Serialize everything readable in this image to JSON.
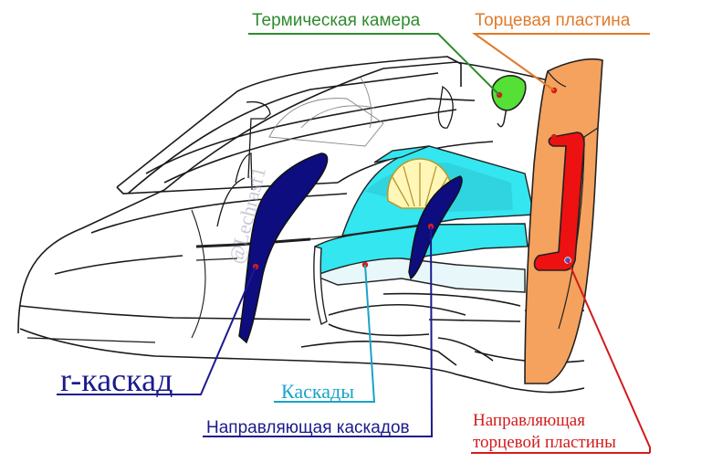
{
  "labels": {
    "thermal_camera": "Термическая камера",
    "endplate": "Торцевая пластина",
    "r_cascade": "r-каскад",
    "cascades": "Каскады",
    "cascade_guide": "Направляющая каскадов",
    "endplate_guide_line1": "Направляющая",
    "endplate_guide_line2": "торцевой пластины"
  },
  "watermark": "@Lechrasf1",
  "logo": "shell-logo",
  "colors": {
    "thermal_camera": "#2e8b2e",
    "endplate": "#e07a2a",
    "r_cascade": "#1b1b8c",
    "cascades": "#1aa3c8",
    "cascade_guide": "#1b1b8c",
    "endplate_guide": "#d41a1a",
    "cascade_fill": "#33e6f0",
    "endplate_fill": "#f5a25e",
    "guide_fill": "#ee1111",
    "camera_fill": "#55e036",
    "r_cascade_fill": "#0d0d80"
  }
}
